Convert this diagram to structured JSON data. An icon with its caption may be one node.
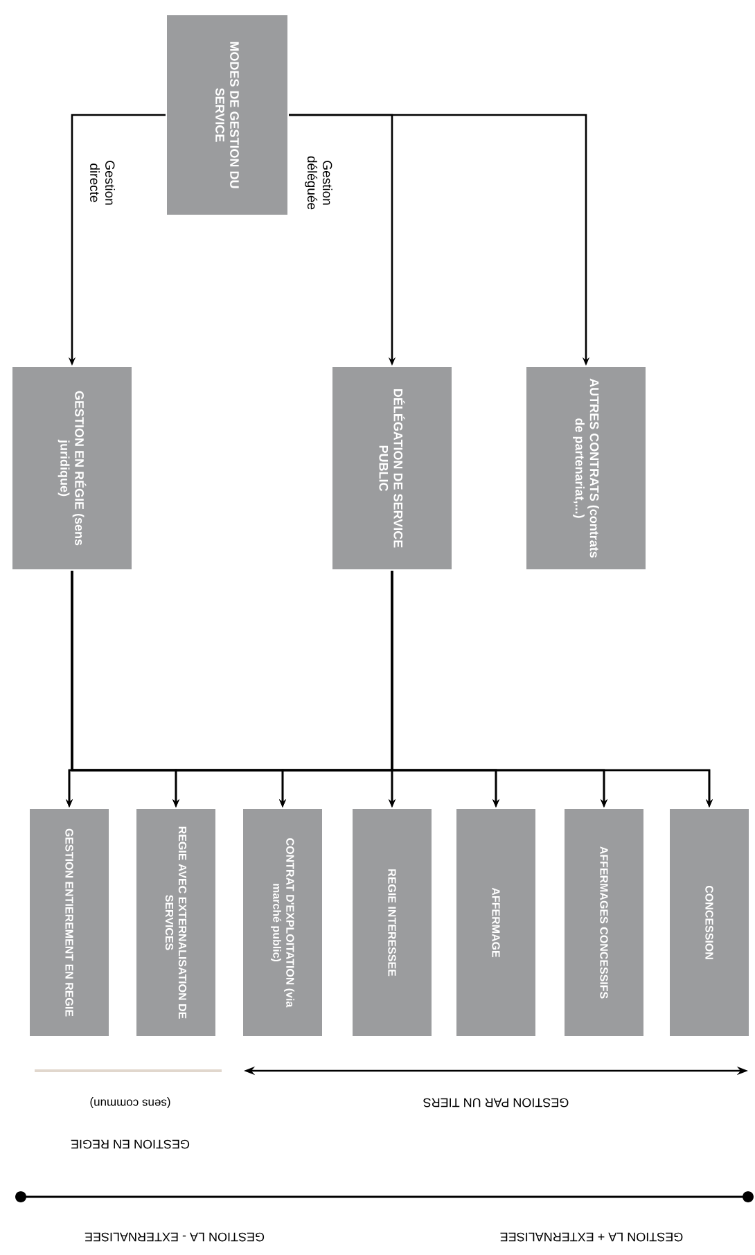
{
  "diagram": {
    "nodes": [
      {
        "text": [
          "MODES DE GESTION DU SERVICE"
        ]
      },
      {
        "text": [
          "GESTION EN RÉGIE (sens juridique)"
        ]
      },
      {
        "text": [
          "DÉLÉGATION DE SERVICE PUBLIC"
        ]
      },
      {
        "text": [
          "AUTRES CONTRATS (contrats de partenariat,...)"
        ]
      },
      {
        "text": [
          "GESTION ENTIEREMENT EN REGIE"
        ]
      },
      {
        "text": [
          "REGIE AVEC EXTERNALISATION DE SERVICES"
        ]
      },
      {
        "text": [
          "CONTRAT D'EXPLOITATION (via marché public)"
        ]
      },
      {
        "text": [
          "REGIE INTERESSEE"
        ]
      },
      {
        "text": [
          "AFFERMAGE"
        ]
      },
      {
        "text": [
          "AFFERMAGES CONCESSIFS"
        ]
      },
      {
        "text": [
          "CONCESSION"
        ]
      }
    ],
    "edges": [
      {
        "from": 0,
        "to": 1,
        "arrow": "to",
        "label": "Gestion directe"
      },
      {
        "from": 0,
        "to": 2,
        "arrow": "to",
        "label": "Gestion déléguée"
      },
      {
        "from": 0,
        "to": 3,
        "arrow": "to"
      },
      {
        "from": 1,
        "to": 4,
        "arrow": "to"
      },
      {
        "from": 1,
        "to": 5,
        "arrow": "to"
      },
      {
        "from": 1,
        "to": 6,
        "arrow": "to"
      },
      {
        "from": 1,
        "to": 7,
        "arrow": "to"
      },
      {
        "from": 1,
        "to": 8,
        "arrow": "to"
      },
      {
        "from": 1,
        "to": 9,
        "arrow": "to"
      },
      {
        "from": 1,
        "to": 10,
        "arrow": "to"
      },
      {
        "from": 2,
        "to": 4,
        "arrow": "to"
      },
      {
        "from": 2,
        "to": 5,
        "arrow": "to"
      },
      {
        "from": 2,
        "to": 6,
        "arrow": "to"
      },
      {
        "from": 2,
        "to": 7,
        "arrow": "to"
      },
      {
        "from": 2,
        "to": 8,
        "arrow": "to"
      },
      {
        "from": 2,
        "to": 9,
        "arrow": "to"
      },
      {
        "from": 2,
        "to": 10,
        "arrow": "to"
      }
    ],
    "labels": [
      "GESTION EN REGIE",
      "(sens commun)",
      "GESTION PAR UN TIERS",
      "GESTION LA - EXTERNALISEE",
      "GESTION LA + EXTERNALISEE"
    ]
  }
}
